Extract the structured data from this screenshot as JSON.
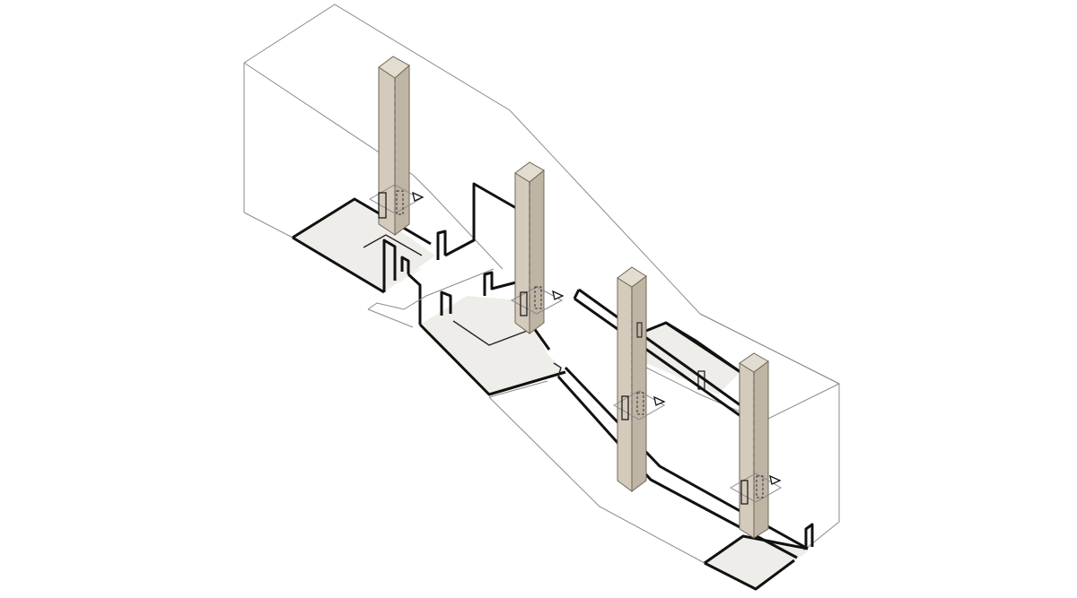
{
  "diagram": {
    "kind": "axonometric-section",
    "colors": {
      "background": "#ffffff",
      "outline": "#8a8a8a",
      "section_cut": "#111111",
      "floor_fill": "#efede9",
      "column_fill": "#d4cbbd"
    },
    "elements": [
      "building-envelope",
      "stair-ramp",
      "floor-slab-upper-left",
      "floor-slab-middle",
      "floor-slab-right",
      "floor-slab-bottom",
      "column-1",
      "column-2",
      "column-3",
      "column-4",
      "door-opening",
      "direction-arrow"
    ]
  }
}
